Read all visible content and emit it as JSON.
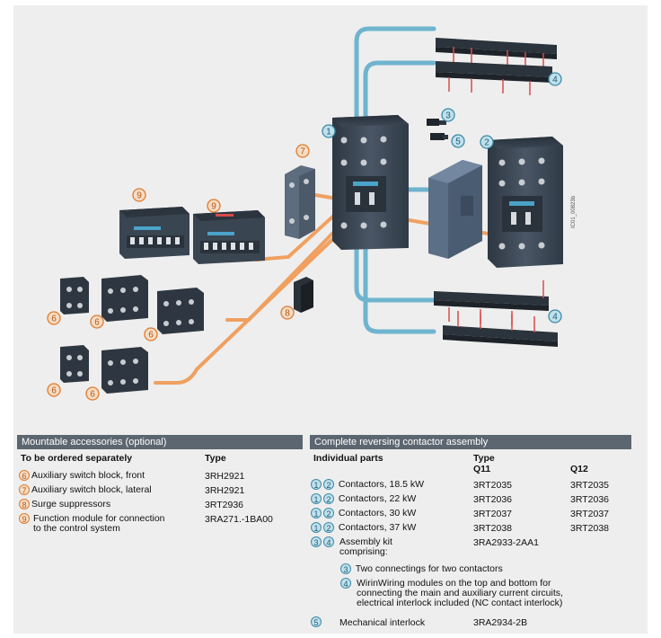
{
  "doc_id": "IC01_00823b",
  "callouts": {
    "c1": "1",
    "c2": "2",
    "c3": "3",
    "c4a": "4",
    "c4b": "4",
    "c5": "5",
    "c6a": "6",
    "c6b": "6",
    "c6c": "6",
    "c6d": "6",
    "c6e": "6",
    "c7": "7",
    "c8": "8",
    "c9a": "9",
    "c9b": "9"
  },
  "accessories": {
    "title": "Mountable accessories (optional)",
    "col1": "To be ordered separately",
    "col2": "Type",
    "rows": [
      {
        "num": "6",
        "label": "Auxiliary switch block, front",
        "type": "3RH2921"
      },
      {
        "num": "7",
        "label": "Auxiliary switch block, lateral",
        "type": "3RH2921"
      },
      {
        "num": "8",
        "label": "Surge suppressors",
        "type": "3RT2936"
      },
      {
        "num": "9",
        "label": "Function module for connection to the control system",
        "type": "3RA271.-1BA00"
      }
    ]
  },
  "assembly": {
    "title": "Complete reversing contactor assembly",
    "col1": "Individual parts",
    "col2": "Type",
    "q11": "Q11",
    "q12": "Q12",
    "contactors": [
      {
        "n1": "1",
        "n2": "2",
        "label": "Contactors, 18.5 kW",
        "q11": "3RT2035",
        "q12": "3RT2035"
      },
      {
        "n1": "1",
        "n2": "2",
        "label": "Contactors, 22 kW",
        "q11": "3RT2036",
        "q12": "3RT2036"
      },
      {
        "n1": "1",
        "n2": "2",
        "label": "Contactors, 30 kW",
        "q11": "3RT2037",
        "q12": "3RT2037"
      },
      {
        "n1": "1",
        "n2": "2",
        "label": "Contactors, 37 kW",
        "q11": "3RT2038",
        "q12": "3RT2038"
      }
    ],
    "kit": {
      "n1": "3",
      "n2": "4",
      "label": "Assembly kit comprising:",
      "type": "3RA2933-2AA1"
    },
    "kit_items": [
      {
        "num": "3",
        "label": "Two connectings for two contactors"
      },
      {
        "num": "4",
        "label": "WirinWiring modules on the top and bottom for connecting the main and auxiliary current circuits, electrical interlock included (NC contact interlock)"
      }
    ],
    "interlock": {
      "num": "5",
      "label": "Mechanical interlock",
      "type": "3RA2934-2B"
    }
  },
  "colors": {
    "orange": "#e07a2e",
    "blue": "#3f8aa6",
    "header": "#5c6670",
    "device": "#3a4552"
  }
}
